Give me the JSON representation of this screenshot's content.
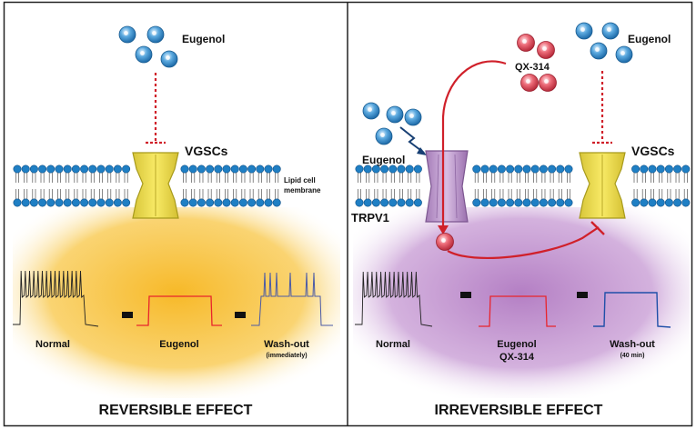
{
  "panels": {
    "left": {
      "drug_label": "Eugenol",
      "channel_label": "VGSCs",
      "membrane_label_line1": "Lipid cell",
      "membrane_label_line2": "membrane",
      "traces": [
        {
          "label": "Normal",
          "sub": ""
        },
        {
          "label": "Eugenol",
          "sub": ""
        },
        {
          "label": "Wash-out",
          "sub": "(immediately)"
        }
      ],
      "effect_title": "REVERSIBLE EFFECT"
    },
    "right": {
      "drug_label": "Eugenol",
      "drug2_label": "Eugenol",
      "blocker_label": "QX-314",
      "channel_label": "VGSCs",
      "trpv1_label": "TRPV1",
      "traces": [
        {
          "label": "Normal",
          "sub": ""
        },
        {
          "label": "Eugenol",
          "sub": "QX-314"
        },
        {
          "label": "Wash-out",
          "sub": "(40 min)"
        }
      ],
      "effect_title": "IRREVERSIBLE EFFECT"
    }
  },
  "colors": {
    "eugenol_ball": "#2f86c9",
    "qx314_ball": "#e04a5a",
    "membrane_head": "#1f7fc4",
    "vgsc_channel": "#f3e35a",
    "trpv1_channel": "#c6a0d4",
    "inhibition_red": "#d0202a",
    "left_glow": "#f6c233",
    "right_glow": "#b47fc4",
    "trace_normal": "#222222",
    "trace_eugenol": "#e8242c",
    "trace_washout_left": "#4a5aa6",
    "trace_washout_right": "#1f4fa8"
  },
  "icons": [
    "eugenol-molecule-icon",
    "qx314-molecule-icon",
    "right-arrow-icon",
    "lightning-arrow-icon"
  ]
}
